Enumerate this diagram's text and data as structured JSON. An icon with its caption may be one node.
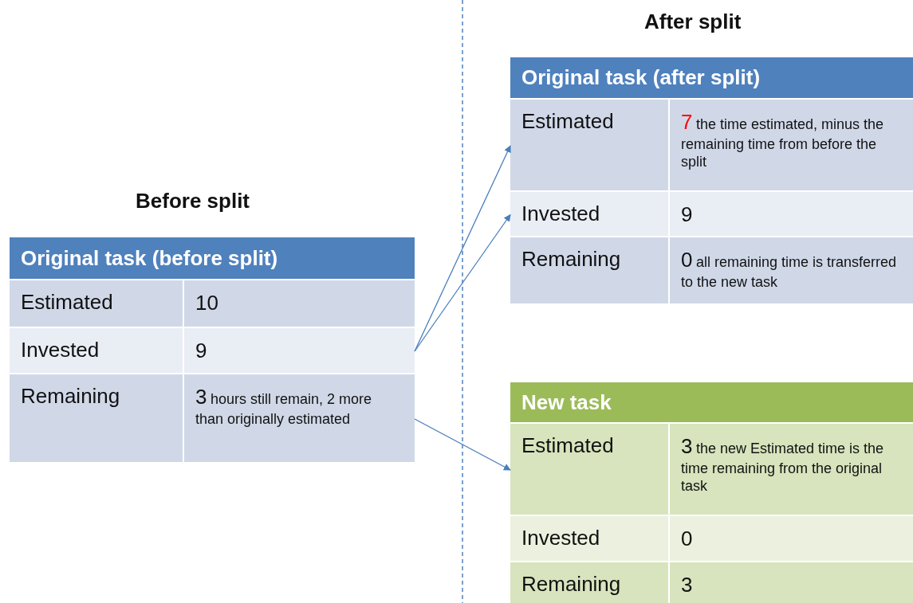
{
  "diagram": {
    "nodes": [
      {
        "text": [
          "Original task (before split)"
        ]
      },
      {
        "text": [
          "Estimated",
          "10"
        ],
        "in": 0
      },
      {
        "text": [
          "Invested",
          "9"
        ],
        "in": 0
      },
      {
        "text": [
          "Remaining",
          "3",
          "hours still remain, 2 more than originally estimated"
        ],
        "in": 0
      },
      {
        "text": [
          "Original task (after split)"
        ]
      },
      {
        "text": [
          "Estimated",
          "7",
          "the time estimated, minus the remaining time from before the split"
        ],
        "in": 4
      },
      {
        "text": [
          "Invested",
          "9"
        ],
        "in": 4
      },
      {
        "text": [
          "Remaining",
          "0",
          "all remaining time is transferred to the new task"
        ],
        "in": 4
      },
      {
        "text": [
          "New task"
        ]
      },
      {
        "text": [
          "Estimated",
          "3",
          "the new Estimated time is the time remaining from the original task"
        ],
        "in": 8
      },
      {
        "text": [
          "Invested",
          "0"
        ],
        "in": 8
      },
      {
        "text": [
          "Remaining",
          "3"
        ],
        "in": 8
      }
    ],
    "edges": [
      {
        "from": 2,
        "to": 5,
        "arrow": "to"
      },
      {
        "from": 2,
        "to": 6,
        "arrow": "to"
      },
      {
        "from": 3,
        "to": 9,
        "arrow": "to"
      }
    ],
    "labels": [
      "After split",
      "Before split"
    ]
  }
}
